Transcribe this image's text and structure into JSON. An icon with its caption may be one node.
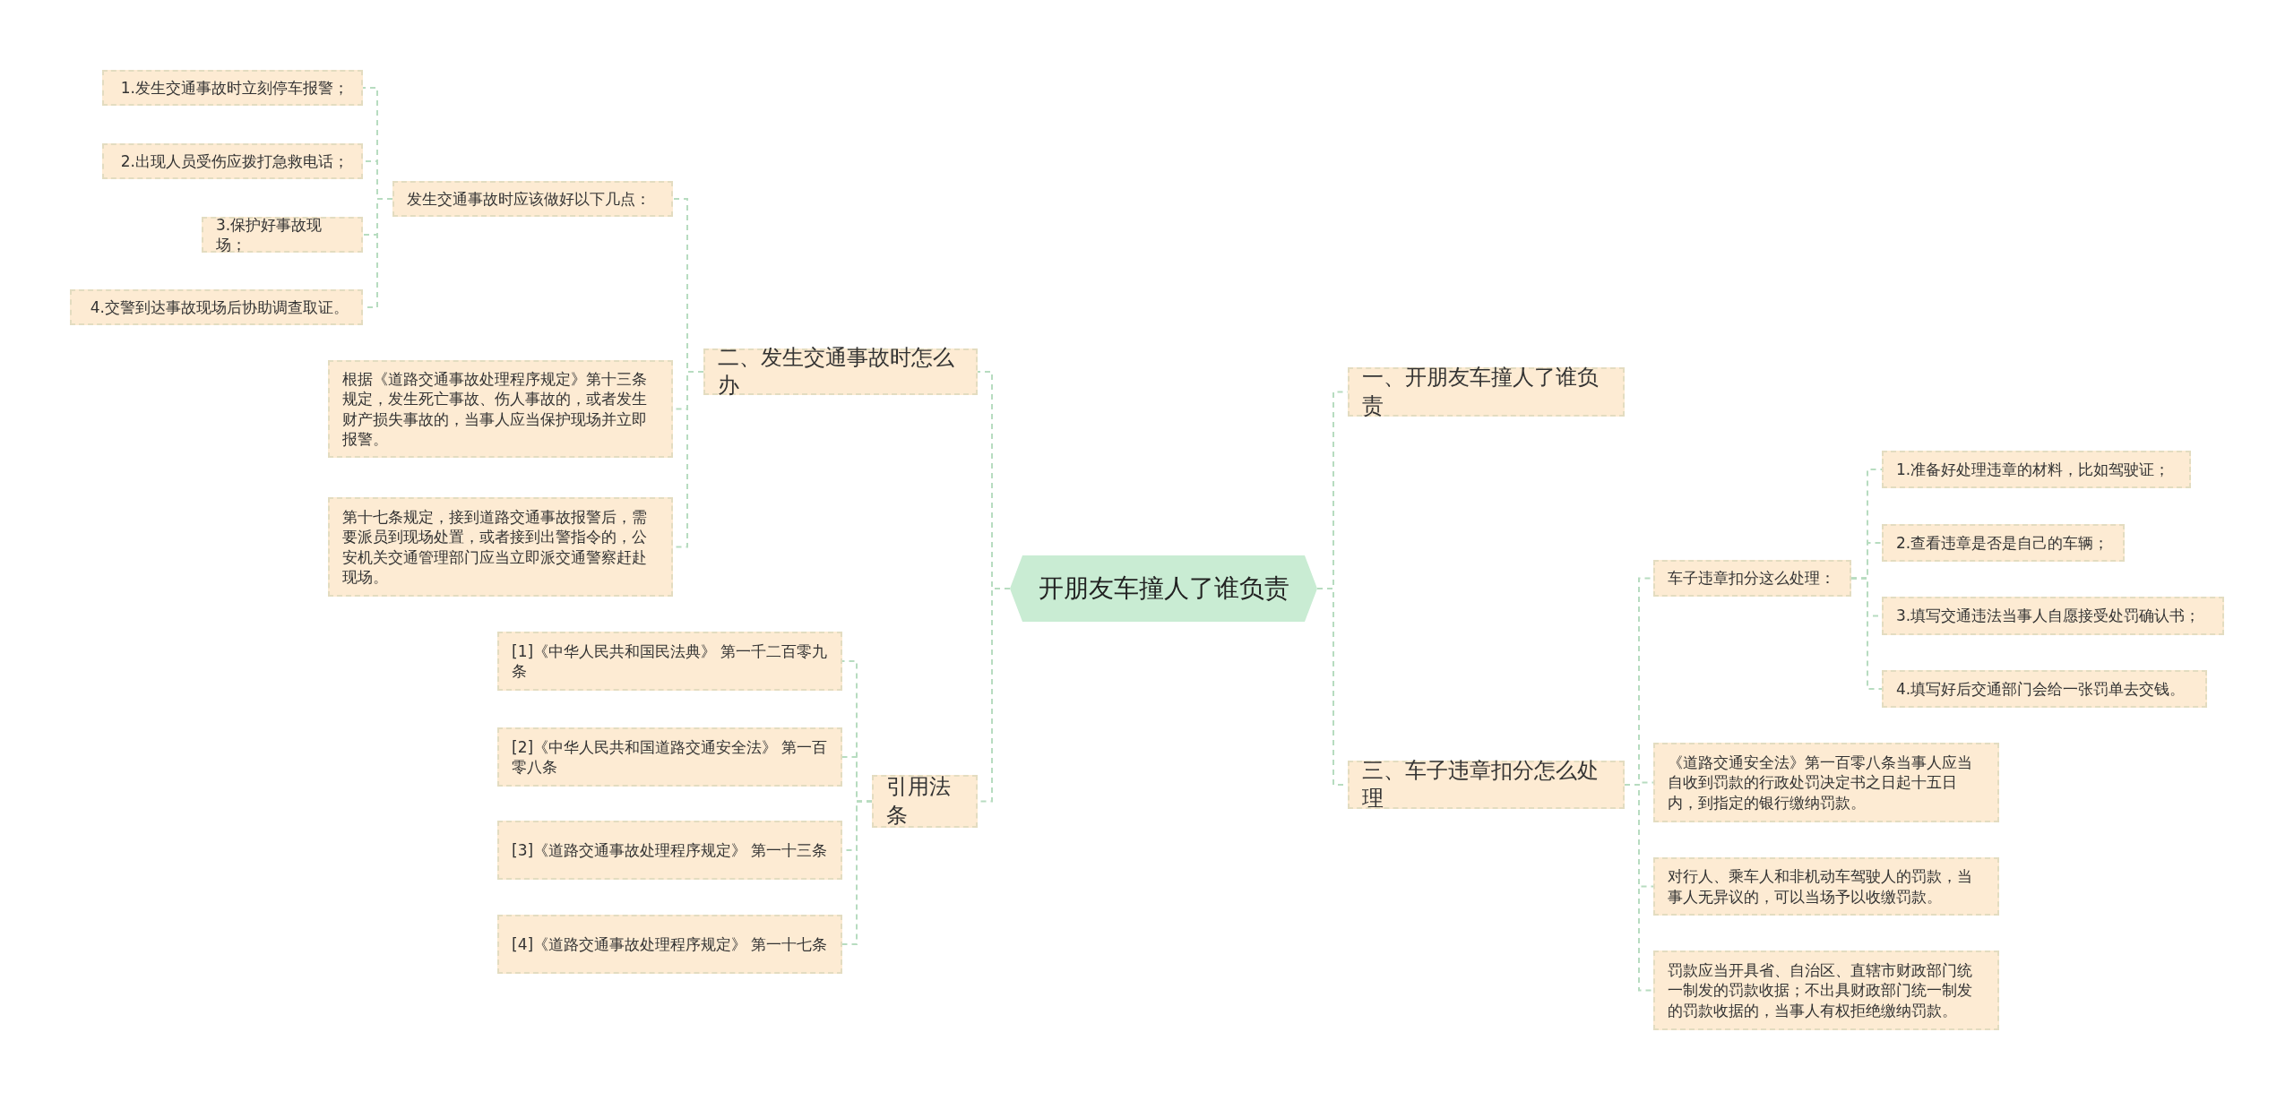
{
  "diagram": {
    "nodes": [
      {
        "text": [
          "开朋友车撞人了谁负责"
        ]
      },
      {
        "text": [
          "二、发生交通事故时怎么办"
        ]
      },
      {
        "text": [
          "发生交通事故时应该做好以下几点："
        ]
      },
      {
        "text": [
          "1.发生交通事故时立刻停车报警；"
        ]
      },
      {
        "text": [
          "2.出现人员受伤应拨打急救电话；"
        ]
      },
      {
        "text": [
          "3.保护好事故现场；"
        ]
      },
      {
        "text": [
          "4.交警到达事故现场后协助调查取证。"
        ]
      },
      {
        "text": [
          "根据《道路交通事故处理程序规定》第十三条规定，发生死亡事故、伤人事故的，或者发生财产损失事故的，当事人应当保护现场并立即报警。"
        ]
      },
      {
        "text": [
          "第十七条规定，接到道路交通事故报警后，需要派员到现场处置，或者接到出警指令的，公安机关交通管理部门应当立即派交通警察赶赴现场。"
        ]
      },
      {
        "text": [
          "引用法条"
        ]
      },
      {
        "text": [
          "[1]《中华人民共和国民法典》 第一千二百零九条"
        ]
      },
      {
        "text": [
          "[2]《中华人民共和国道路交通安全法》 第一百零八条"
        ]
      },
      {
        "text": [
          "[3]《道路交通事故处理程序规定》 第一十三条"
        ]
      },
      {
        "text": [
          "[4]《道路交通事故处理程序规定》 第一十七条"
        ]
      },
      {
        "text": [
          "一、开朋友车撞人了谁负责"
        ]
      },
      {
        "text": [
          "三、车子违章扣分怎么处理"
        ]
      },
      {
        "text": [
          "车子违章扣分这么处理："
        ]
      },
      {
        "text": [
          "1.准备好处理违章的材料，比如驾驶证；"
        ]
      },
      {
        "text": [
          "2.查看违章是否是自己的车辆；"
        ]
      },
      {
        "text": [
          "3.填写交通违法当事人自愿接受处罚确认书；"
        ]
      },
      {
        "text": [
          "4.填写好后交通部门会给一张罚单去交钱。"
        ]
      },
      {
        "text": [
          "《道路交通安全法》第一百零八条当事人应当自收到罚款的行政处罚决定书之日起十五日内，到指定的银行缴纳罚款。"
        ]
      },
      {
        "text": [
          "对行人、乘车人和非机动车驾驶人的罚款，当事人无异议的，可以当场予以收缴罚款。"
        ]
      },
      {
        "text": [
          "罚款应当开具省、自治区、直辖市财政部门统一制发的罚款收据；不出具财政部门统一制发的罚款收据的，当事人有权拒绝缴纳罚款。"
        ]
      }
    ],
    "edges": [
      {
        "from": 0,
        "to": 1,
        "arrow": "none"
      },
      {
        "from": 0,
        "to": 9,
        "arrow": "none"
      },
      {
        "from": 0,
        "to": 14,
        "arrow": "none"
      },
      {
        "from": 0,
        "to": 15,
        "arrow": "none"
      },
      {
        "from": 1,
        "to": 2,
        "arrow": "none"
      },
      {
        "from": 1,
        "to": 7,
        "arrow": "none"
      },
      {
        "from": 1,
        "to": 8,
        "arrow": "none"
      },
      {
        "from": 2,
        "to": 3,
        "arrow": "none"
      },
      {
        "from": 2,
        "to": 4,
        "arrow": "none"
      },
      {
        "from": 2,
        "to": 5,
        "arrow": "none"
      },
      {
        "from": 2,
        "to": 6,
        "arrow": "none"
      },
      {
        "from": 9,
        "to": 10,
        "arrow": "none"
      },
      {
        "from": 9,
        "to": 11,
        "arrow": "none"
      },
      {
        "from": 9,
        "to": 12,
        "arrow": "none"
      },
      {
        "from": 9,
        "to": 13,
        "arrow": "none"
      },
      {
        "from": 15,
        "to": 16,
        "arrow": "none"
      },
      {
        "from": 15,
        "to": 21,
        "arrow": "none"
      },
      {
        "from": 15,
        "to": 22,
        "arrow": "none"
      },
      {
        "from": 15,
        "to": 23,
        "arrow": "none"
      },
      {
        "from": 16,
        "to": 17,
        "arrow": "none"
      },
      {
        "from": 16,
        "to": 18,
        "arrow": "none"
      },
      {
        "from": 16,
        "to": 19,
        "arrow": "none"
      },
      {
        "from": 16,
        "to": 20,
        "arrow": "none"
      }
    ]
  }
}
